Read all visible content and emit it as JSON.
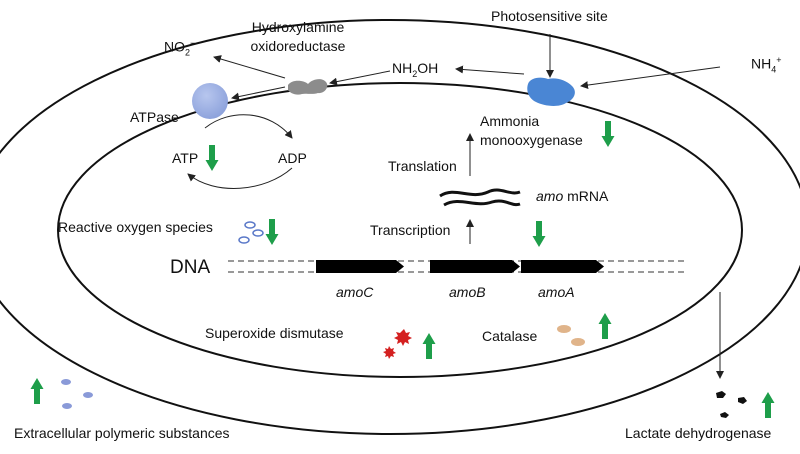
{
  "diagram": {
    "labels": {
      "no2": {
        "base": "NO",
        "sub": "2",
        "sup": "−"
      },
      "hydroxylamine_oxidoreductase": "Hydroxylamine oxidoreductase",
      "nh2oh": {
        "base": "NH",
        "sub": "2",
        "tail": "OH"
      },
      "photosensitive_site": "Photosensitive site",
      "nh4": {
        "base": "NH",
        "sub": "4",
        "sup": "+"
      },
      "atpase": "ATPase",
      "atp": "ATP",
      "adp": "ADP",
      "ammonia_monooxygenase": "Ammonia monooxygenase",
      "translation": "Translation",
      "amo_mrna_gene": "amo",
      "amo_mrna_rest": "mRNA",
      "transcription": "Transcription",
      "reactive_oxygen_species": "Reactive oxygen species",
      "dna": "DNA",
      "amoC": "amoC",
      "amoB": "amoB",
      "amoA": "amoA",
      "superoxide_dismutase": "Superoxide dismutase",
      "catalase": "Catalase",
      "extracellular_polymeric_substances": "Extracellular polymeric substances",
      "lactate_dehydrogenase": "Lactate dehydrogenase"
    },
    "regulation": {
      "ammonia_monooxygenase": "down",
      "atp": "down",
      "reactive_oxygen_species": "down",
      "amo_mrna": "down",
      "superoxide_dismutase": "up",
      "catalase": "up",
      "extracellular_polymeric_substances": "up",
      "lactate_dehydrogenase": "up"
    },
    "colors": {
      "up_down_arrow": "#1e9e4a",
      "atpase_sphere": "#9aaee0",
      "amo_enzyme": "#4a86d4",
      "hao_enzyme": "#8c8c8c",
      "ros_particles": "#5a78c8",
      "sod_particles": "#d42020",
      "catalase_particles": "#e0b48a",
      "eps_particles": "#8a9ad8",
      "ldh_particles": "#111111",
      "gene_blocks": "#000000"
    }
  }
}
